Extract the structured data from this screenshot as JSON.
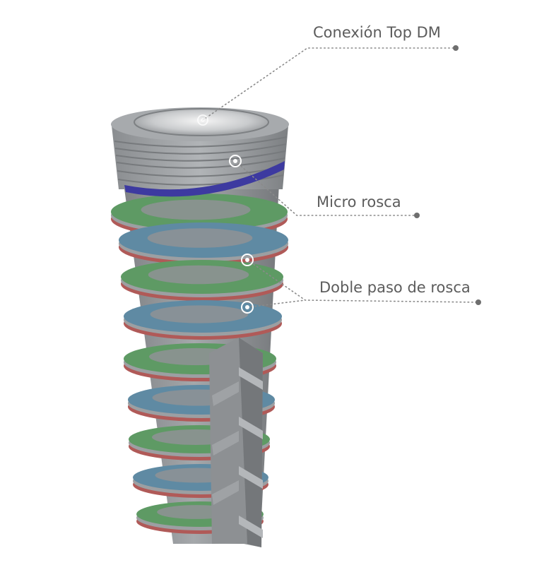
{
  "figure": {
    "callouts": [
      {
        "id": "connection",
        "label": "Conexión Top DM"
      },
      {
        "id": "micro-thread",
        "label": "Micro rosca"
      },
      {
        "id": "double-thread",
        "label": "Doble paso de rosca"
      }
    ]
  },
  "colors": {
    "background": "#ffffff",
    "implant_gray": "#8f9295",
    "thread_blue": "#5f8aa3",
    "thread_green": "#5e9a64",
    "thread_red": "#b05a58",
    "micro_thread_band": "#3d3aa0",
    "leader_line": "#8a8a8a",
    "label_text": "#5c5c5c"
  }
}
